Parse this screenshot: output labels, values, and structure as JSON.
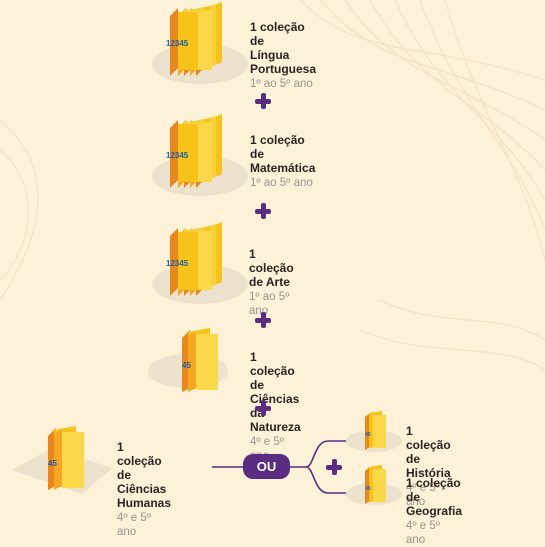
{
  "collections": [
    {
      "title": "1 coleção de",
      "title2": "Língua Portuguesa",
      "grades": "1º ao 5º ano",
      "spine": "12345"
    },
    {
      "title": "1 coleção de",
      "title2": "Matemática",
      "grades": "1º ao 5º ano",
      "spine": "12345"
    },
    {
      "title": "1 coleção de Arte",
      "grades": "1º ao 5º ano",
      "spine": "12345"
    },
    {
      "title": "1 coleção de Ciências da Natureza",
      "grades": "4º e 5º ano",
      "spine": "45"
    }
  ],
  "humanas": {
    "title": "1 coleção de",
    "title2": "Ciências Humanas",
    "grades": "4º e 5º ano",
    "spine": "45"
  },
  "ou_label": "OU",
  "historia": {
    "title": "1 coleção de História",
    "grades": "4º e 5º ano",
    "spine": "45"
  },
  "geografia": {
    "title": "1 coleção de Geografia",
    "grades": "4º e 5º ano",
    "spine": "45"
  },
  "colors": {
    "accent": "#5a2d82",
    "book": "#f7c21a",
    "spine": "#e8871e",
    "background": "#fdf1d8"
  }
}
